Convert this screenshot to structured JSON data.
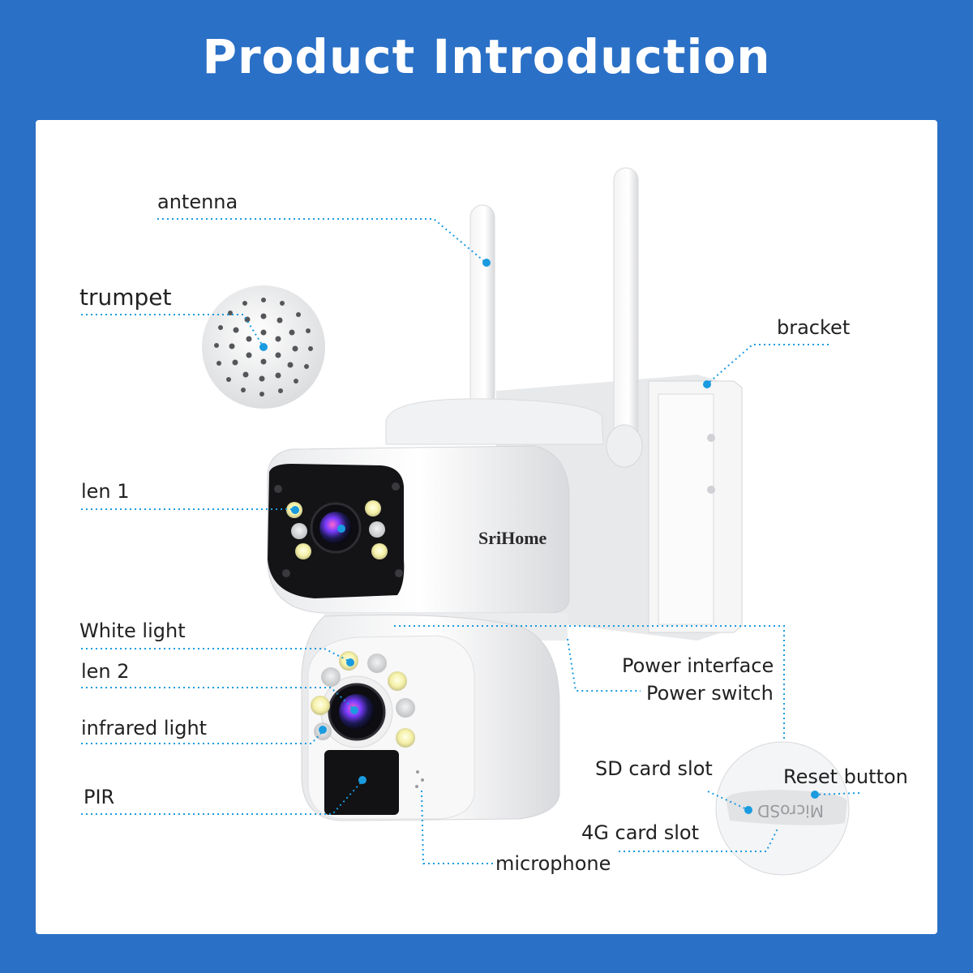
{
  "title": "Product Introduction",
  "brand": "SriHome",
  "card_text": "MicroSD",
  "labels": {
    "antenna": "antenna",
    "trumpet": "trumpet",
    "bracket": "bracket",
    "len1": "len 1",
    "white_light": "White light",
    "len2": "len 2",
    "infrared_light": "infrared light",
    "pir": "PIR",
    "power_interface": "Power interface",
    "power_switch": "Power switch",
    "sd_card_slot": "SD card slot",
    "reset_button": "Reset button",
    "card_slot_4g": "4G card slot",
    "microphone": "microphone"
  },
  "colors": {
    "background": "#2a70c6",
    "panel": "#ffffff",
    "leader_line": "#1a9be0",
    "text": "#222222"
  }
}
